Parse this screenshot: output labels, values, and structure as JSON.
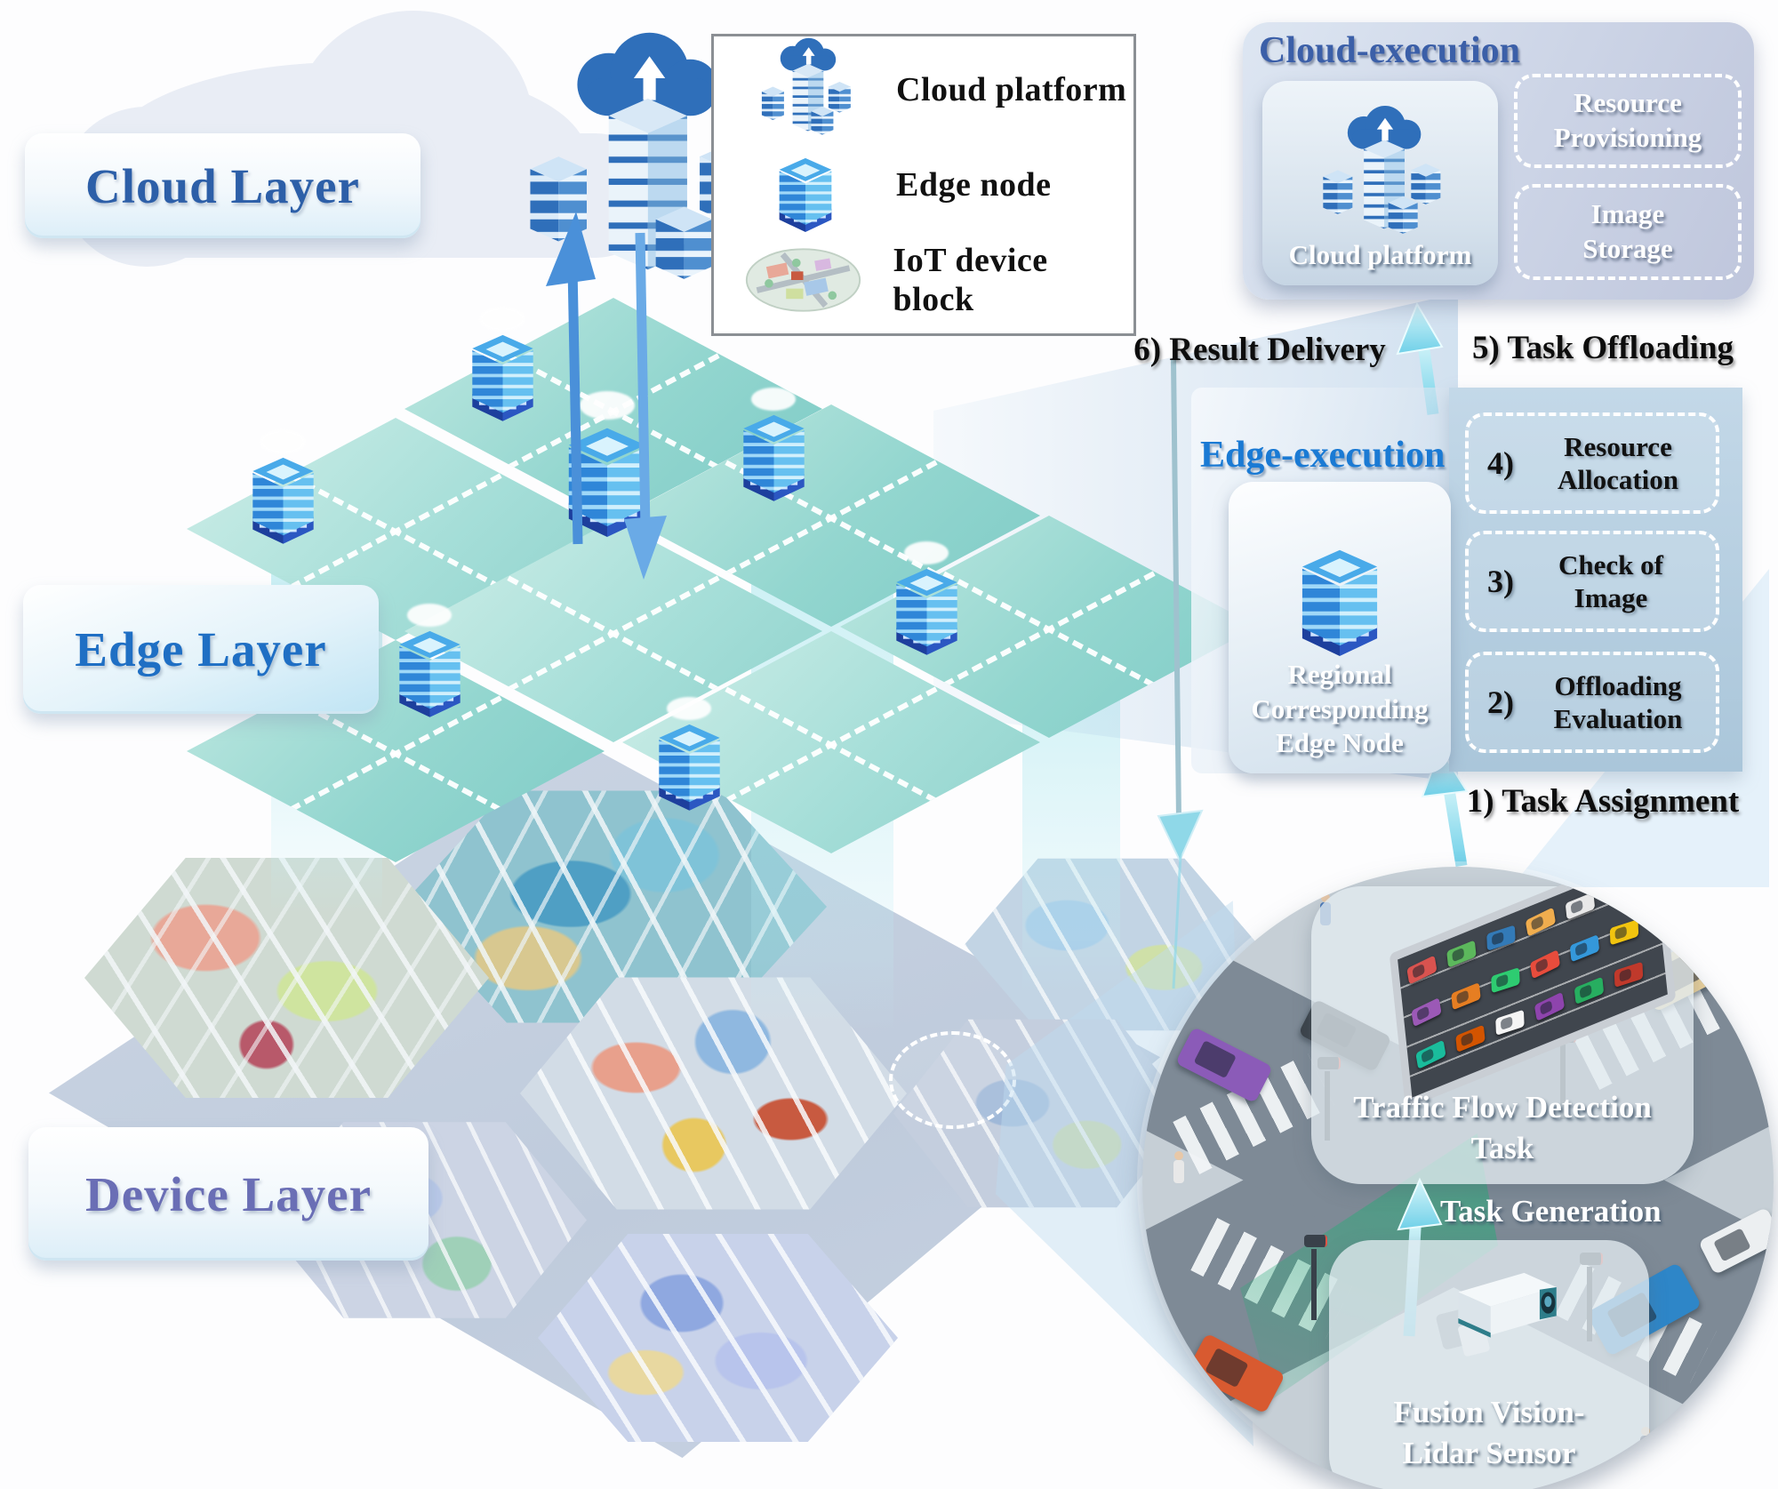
{
  "layers": {
    "cloud_label": "Cloud Layer",
    "edge_label": "Edge Layer",
    "device_label": "Device Layer"
  },
  "legend": {
    "items": [
      {
        "icon": "cloud-platform-icon",
        "label": "Cloud platform"
      },
      {
        "icon": "edge-node-icon",
        "label": "Edge node"
      },
      {
        "icon": "iot-device-block-icon",
        "label": "IoT device block"
      }
    ]
  },
  "cloud_execution": {
    "title": "Cloud-execution",
    "node_label": "Cloud platform",
    "functions": [
      {
        "label": "Resource Provisioning"
      },
      {
        "label": "Image Storage"
      }
    ]
  },
  "edge_execution": {
    "title": "Edge-execution",
    "node_label": "Regional Corresponding Edge Node",
    "steps": [
      {
        "num": "4)",
        "label": "Resource Allocation"
      },
      {
        "num": "3)",
        "label": "Check of Image"
      },
      {
        "num": "2)",
        "label": "Offloading Evaluation"
      }
    ]
  },
  "flow": {
    "result_delivery": "6) Result Delivery",
    "task_offloading": "5) Task Offloading",
    "task_assignment": "1) Task Assignment",
    "task_generation": "Task Generation"
  },
  "inset": {
    "detection_task_label": "Traffic Flow Detection Task",
    "sensor_label": "Fusion Vision-Lidar Sensor",
    "car_colors": [
      "#d9534f",
      "#5cb85c",
      "#337ab7",
      "#f0ad4e",
      "#e8e8e8",
      "#5bc0de",
      "#9b59b6",
      "#e67e22",
      "#2ecc71",
      "#e74c3c",
      "#3498db",
      "#f1c40f",
      "#1abc9c",
      "#d35400",
      "#f5f5f5",
      "#8e44ad",
      "#27ae60",
      "#c0392b"
    ]
  },
  "colors": {
    "cloud_title": "#3b5fa8",
    "edge_title": "#1a7ad4",
    "cloud_layer_text": "#2d5fa8",
    "edge_layer_text": "#1f6fc4",
    "device_layer_text": "#6a6eb5",
    "tile_teal": "#93d6cf",
    "arrow_cyan": "#7fd3e8",
    "arrow_blue": "#4a90d9"
  }
}
